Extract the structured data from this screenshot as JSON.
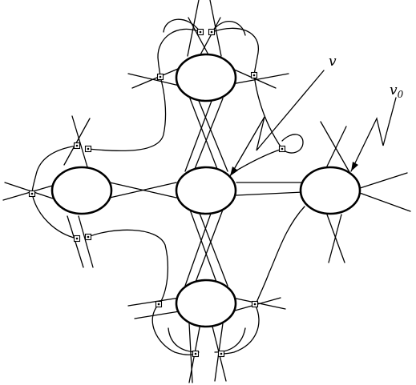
{
  "labels": {
    "v": "v",
    "v0": {
      "base": "v",
      "sub": "0"
    }
  },
  "colors": {
    "ink": "#000000",
    "paper": "#ffffff"
  },
  "nodes": {
    "center": "vertex-v",
    "right": "vertex-v0",
    "top": "vertex",
    "left": "vertex",
    "bottom": "vertex"
  },
  "marker_style": "boxed-dot"
}
